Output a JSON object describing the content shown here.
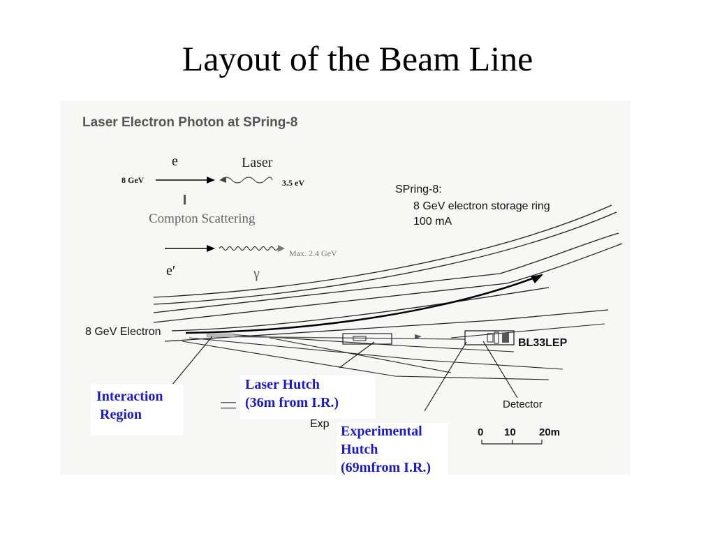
{
  "slide": {
    "title": "Layout of the Beam Line"
  },
  "figure": {
    "heading": "Laser Electron Photon at SPring-8",
    "inset": {
      "electron_symbol": "e",
      "electron_energy": "8 GeV",
      "laser_label": "Laser",
      "laser_energy": "3.5 eV",
      "process_label": "Compton Scattering",
      "scattered_electron": "e′",
      "photon_symbol": "γ",
      "photon_energy": "Max. 2.4 GeV"
    },
    "ring_info": {
      "name": "SPring-8:",
      "description": "8 GeV electron storage ring",
      "current": "100 mA"
    },
    "beam_label": "8 GeV Electron",
    "beamline_label": "BL33LEP",
    "detector_label": "Detector",
    "partial_label": "Exp",
    "scale_bar": {
      "ticks": [
        "0",
        "10",
        "20m"
      ]
    }
  },
  "annotations": {
    "interaction_region": "Interaction\n Region",
    "laser_hutch": "Laser Hutch\n(36m from I.R.)",
    "experimental_hutch": "Experimental\nHutch\n(69mfrom I.R.)"
  },
  "colors": {
    "annotation": "#1a1ad0",
    "line": "#1e1e1e"
  }
}
